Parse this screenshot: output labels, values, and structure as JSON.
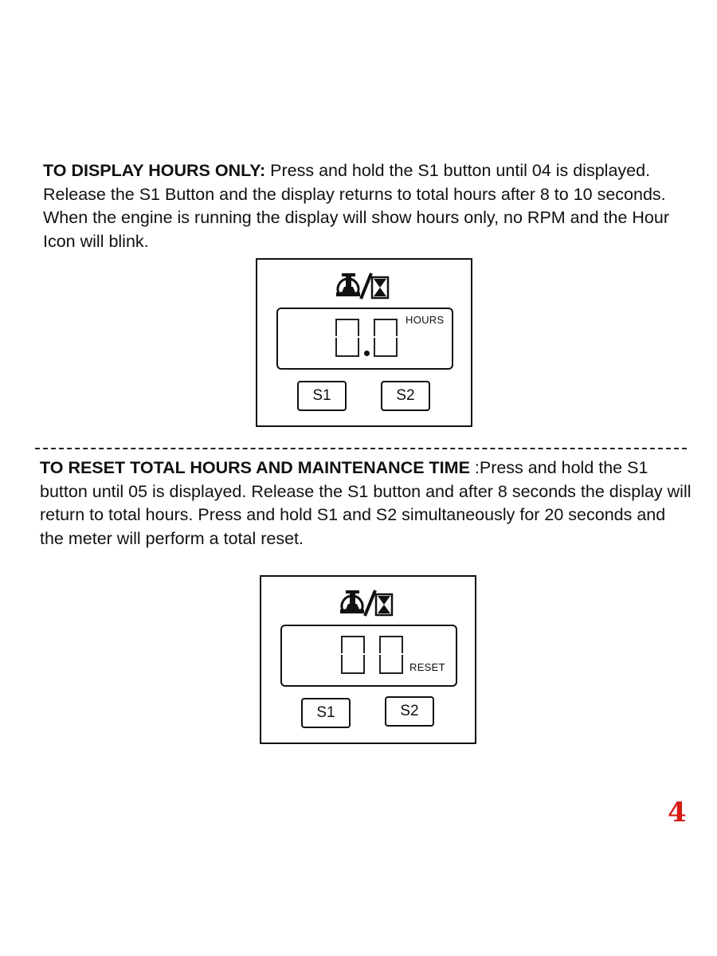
{
  "section1": {
    "heading": "TO DISPLAY HOURS ONLY:",
    "body": " Press and hold the S1 button until 04 is displayed. Release the S1 Button and the display returns to total hours after 8 to 10 seconds. When the engine is running the display will show hours only, no RPM and the Hour Icon will blink.",
    "display": {
      "icons": [
        "engine-icon",
        "slash-separator",
        "hourglass-icon"
      ],
      "screen_label": "HOURS",
      "buttons": {
        "s1": "S1",
        "s2": "S2"
      }
    }
  },
  "section2": {
    "heading": "TO RESET TOTAL HOURS AND MAINTENANCE TIME",
    "body": " :Press and hold the S1 button until 05 is displayed. Release the S1 button and after 8 seconds the display will return to total hours. Press and hold S1 and S2 simultaneously for 20 seconds and the meter will perform a total reset.",
    "display": {
      "icons": [
        "engine-icon",
        "slash-separator",
        "hourglass-icon"
      ],
      "screen_label": "RESET",
      "buttons": {
        "s1": "S1",
        "s2": "S2"
      }
    }
  },
  "page_number": "4",
  "colors": {
    "text": "#111111",
    "page_number": "#d81b13"
  }
}
